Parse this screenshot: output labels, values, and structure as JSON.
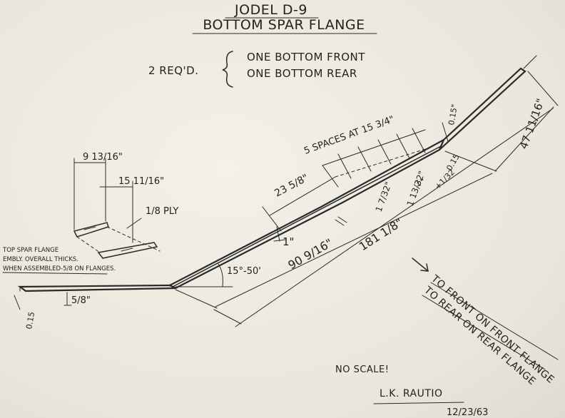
{
  "title": {
    "line1": "JODEL D-9",
    "line2": "BOTTOM SPAR FLANGE"
  },
  "requirement": {
    "qty": "2 REQ'D.",
    "item1": "ONE BOTTOM FRONT",
    "item2": "ONE BOTTOM REAR"
  },
  "dimensions": {
    "overall": "181 1/8\"",
    "mid_length": "90 9/16\"",
    "angle": "15°-50'",
    "outer_length": "47 11/16\"",
    "station_1": "23 5/8\"",
    "spaces": "5 SPACES AT 15 3/4\"",
    "depth_center": "1\"",
    "end_thickness": "5/8\"",
    "left_end": "0.15",
    "tip_right": "0.15\"",
    "tip_label": "0.15",
    "tip_small": "+1/32",
    "rib_a": "1 7/32\"",
    "rib_b": "1 13/32\"",
    "rib_c": "1\"",
    "gusset_1": "9 13/16\"",
    "gusset_2": "15 11/16\"",
    "ply": "1/8 PLY"
  },
  "notes": {
    "left_note_1": "TOP SPAR FLANGE",
    "left_note_2": "EMBLY. OVERALL THICKS.",
    "left_note_3": "WHEN ASSEMBLED-5/8 ON FLANGES.",
    "arrow_1": "TO FRONT ON FRONT FLANGE",
    "arrow_2": "TO REAR ON REAR FLANGE",
    "scale": "NO SCALE!"
  },
  "signature": {
    "name": "L.K. RAUTIO",
    "date": "12/23/63"
  }
}
